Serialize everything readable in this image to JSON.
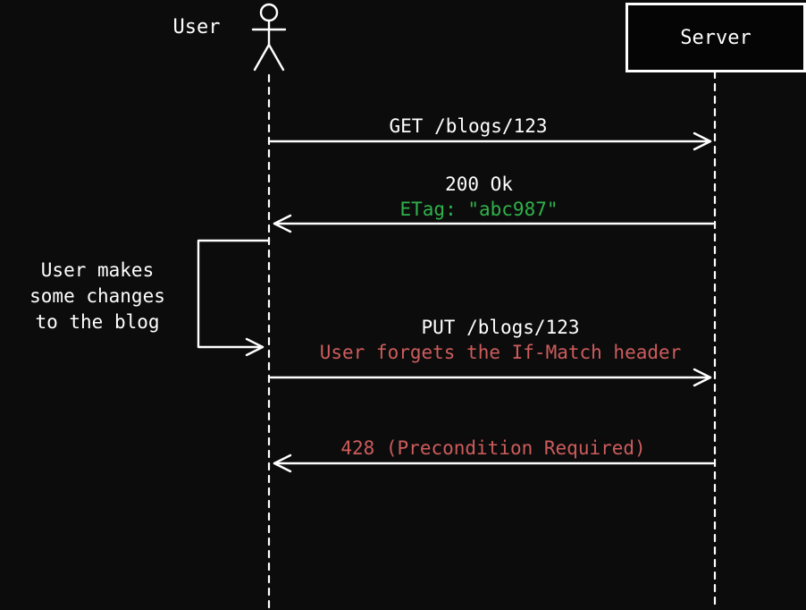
{
  "colors": {
    "background": "#0c0c0c",
    "box_fill": "#050505",
    "line": "#ffffff",
    "text": "#ffffff",
    "green": "#2fb24a",
    "red": "#cd5c5c"
  },
  "actors": {
    "user": {
      "label": "User",
      "type": "person"
    },
    "server": {
      "label": "Server",
      "type": "box"
    }
  },
  "messages": [
    {
      "from": "User",
      "to": "Server",
      "direction": "right",
      "lines": [
        {
          "text": "GET /blogs/123",
          "color": "text"
        }
      ]
    },
    {
      "from": "Server",
      "to": "User",
      "direction": "left",
      "lines": [
        {
          "text": "200 Ok",
          "color": "text"
        },
        {
          "text": "ETag: \"abc987\"",
          "color": "green"
        }
      ]
    },
    {
      "type": "self",
      "actor": "User",
      "note": "User makes\nsome changes\nto the blog"
    },
    {
      "from": "User",
      "to": "Server",
      "direction": "right",
      "lines": [
        {
          "text": "PUT /blogs/123",
          "color": "text"
        },
        {
          "text": "User forgets the If-Match header",
          "color": "red"
        }
      ]
    },
    {
      "from": "Server",
      "to": "User",
      "direction": "left",
      "lines": [
        {
          "text": "428 (Precondition Required)",
          "color": "red"
        }
      ]
    }
  ]
}
